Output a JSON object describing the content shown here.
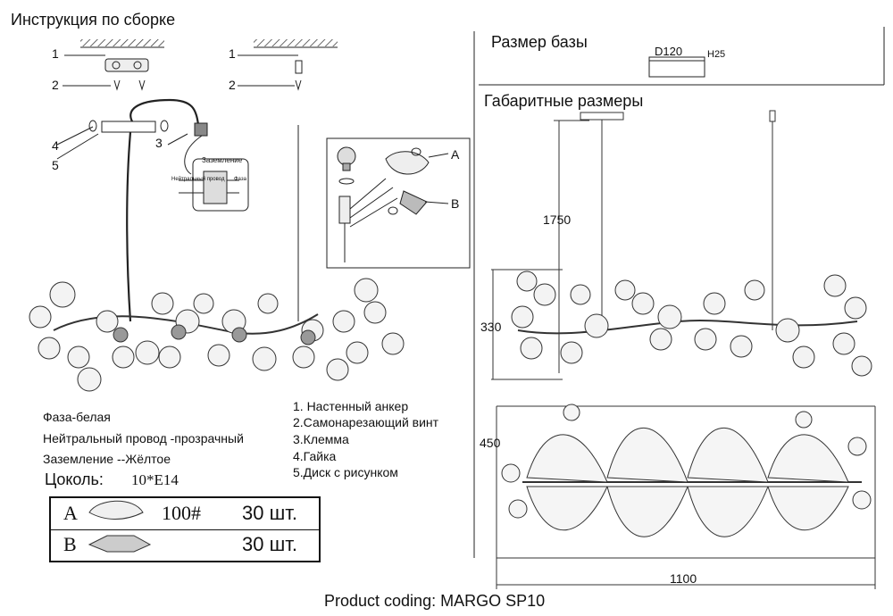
{
  "header": {
    "title": "Инструкция по сборке"
  },
  "callouts": [
    "1",
    "2",
    "3",
    "4",
    "5"
  ],
  "grounding_label": "Заземление",
  "neutral_label": "Нейтральный провод",
  "phase_label": "Фаза",
  "detail": {
    "a": "A",
    "b": "B"
  },
  "base_size": {
    "title": "Размер базы",
    "diameter": "D120",
    "height": "H25"
  },
  "dimensions": {
    "title": "Габаритные размеры",
    "drop": "1750",
    "height": "330",
    "width_depth": "450",
    "length": "1100"
  },
  "wiring": {
    "phase": "Фаза-белая",
    "neutral": "Нейтральный провод -прозрачный",
    "ground": "Заземление --Жёлтое",
    "socket_label": "Цоколь:",
    "socket_value": "10*E14"
  },
  "parts_list": [
    "1. Настенный анкер",
    "2.Самонарезающий винт",
    "3.Клемма",
    "4.Гайка",
    "5.Диск с рисунком"
  ],
  "parts_table": [
    {
      "letter": "A",
      "code": "100#",
      "qty": "30 шт."
    },
    {
      "letter": "B",
      "code": "",
      "qty": "30 шт."
    }
  ],
  "footer": {
    "product_coding": "Product coding: MARGO SP10"
  }
}
